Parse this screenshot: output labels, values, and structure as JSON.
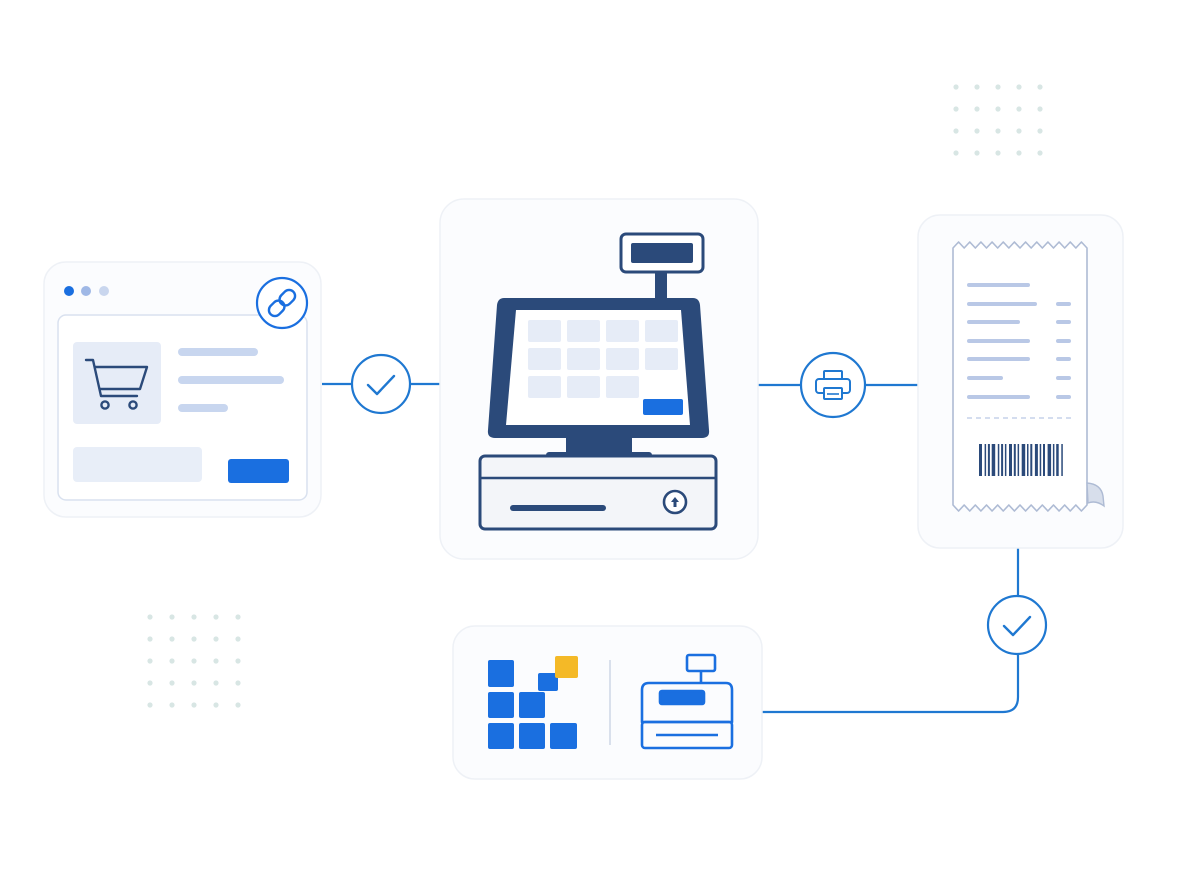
{
  "colors": {
    "accent": "#1a6fe0",
    "connector": "#1f78d1",
    "navy": "#2b4a7a",
    "screen_cell": "#e6ecf7",
    "line_gray": "#c3cfe6",
    "card_bg": "#fbfcfe",
    "card_border": "#eef1f6",
    "dots": "#d8e6e4",
    "highlight": "#f4b927"
  },
  "nodes": [
    {
      "id": "online-store",
      "icon": "shopping-cart-icon",
      "badge_icon": "link-icon"
    },
    {
      "id": "pos-terminal",
      "icon": "pos-terminal-icon"
    },
    {
      "id": "printed-receipt",
      "icon": "receipt-icon"
    },
    {
      "id": "pos-integration",
      "icons": [
        "brand-blocks-icon",
        "cash-register-icon"
      ]
    }
  ],
  "connectors": [
    {
      "from": "online-store",
      "to": "pos-terminal",
      "icon": "check-icon"
    },
    {
      "from": "pos-terminal",
      "to": "printed-receipt",
      "icon": "printer-icon"
    },
    {
      "from": "printed-receipt",
      "to": "pos-integration",
      "icon": "check-icon"
    }
  ]
}
